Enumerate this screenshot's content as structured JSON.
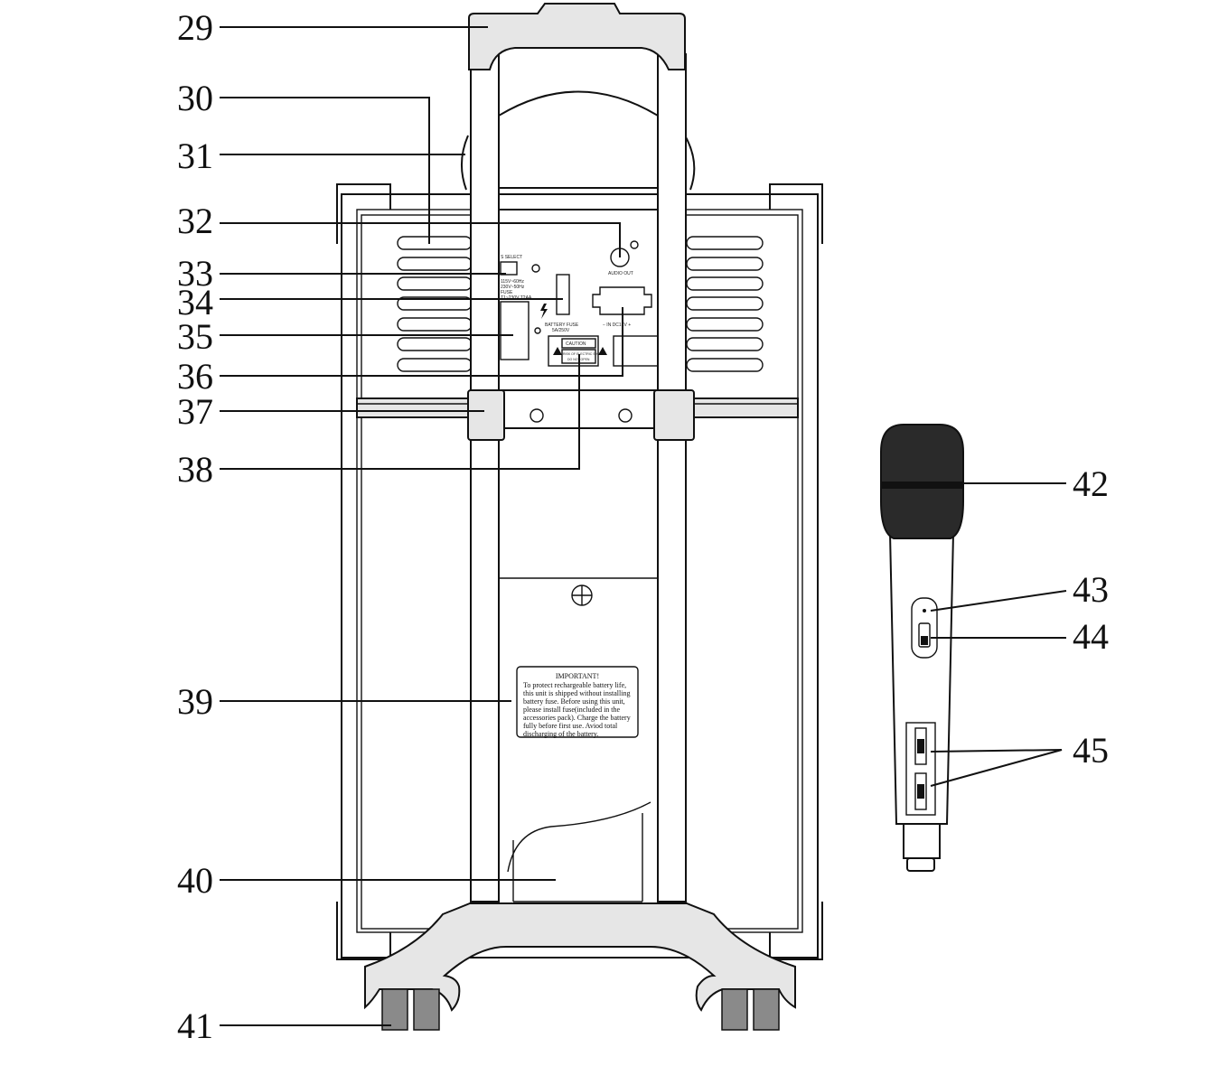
{
  "callouts": {
    "c29": "29",
    "c30": "30",
    "c31": "31",
    "c32": "32",
    "c33": "33",
    "c34": "34",
    "c35": "35",
    "c36": "36",
    "c37": "37",
    "c38": "38",
    "c39": "39",
    "c40": "40",
    "c41": "41",
    "c42": "42",
    "c43": "43",
    "c44": "44",
    "c45": "45"
  },
  "panel_labels": {
    "select": "S SELECT",
    "v1": "115V~60Hz",
    "v2": "230V~50Hz",
    "fuse_rating": "FUSE",
    "fuse_value": "T1~230V T2AA",
    "battery_fuse": "BATTERY FUSE",
    "battery_fuse_rating": "5A/250V",
    "audio_out": "AUDIO OUT",
    "dc_in": "− IN DC12V +",
    "caution": "CAUTION",
    "caution_sub": "RISK OF ELECTRIC SHOCK",
    "caution_sub2": "DO NOT OPEN"
  },
  "important": {
    "title": "IMPORTANT!",
    "lines": [
      "To protect rechargeable battery life,",
      "this unit is shipped without installing",
      "battery fuse. Before using this unit,",
      "please install fuse(included in the",
      "accessories pack). Charge the battery",
      "fully before  first use. Aviod total",
      "discharging  of  the  battery."
    ]
  }
}
